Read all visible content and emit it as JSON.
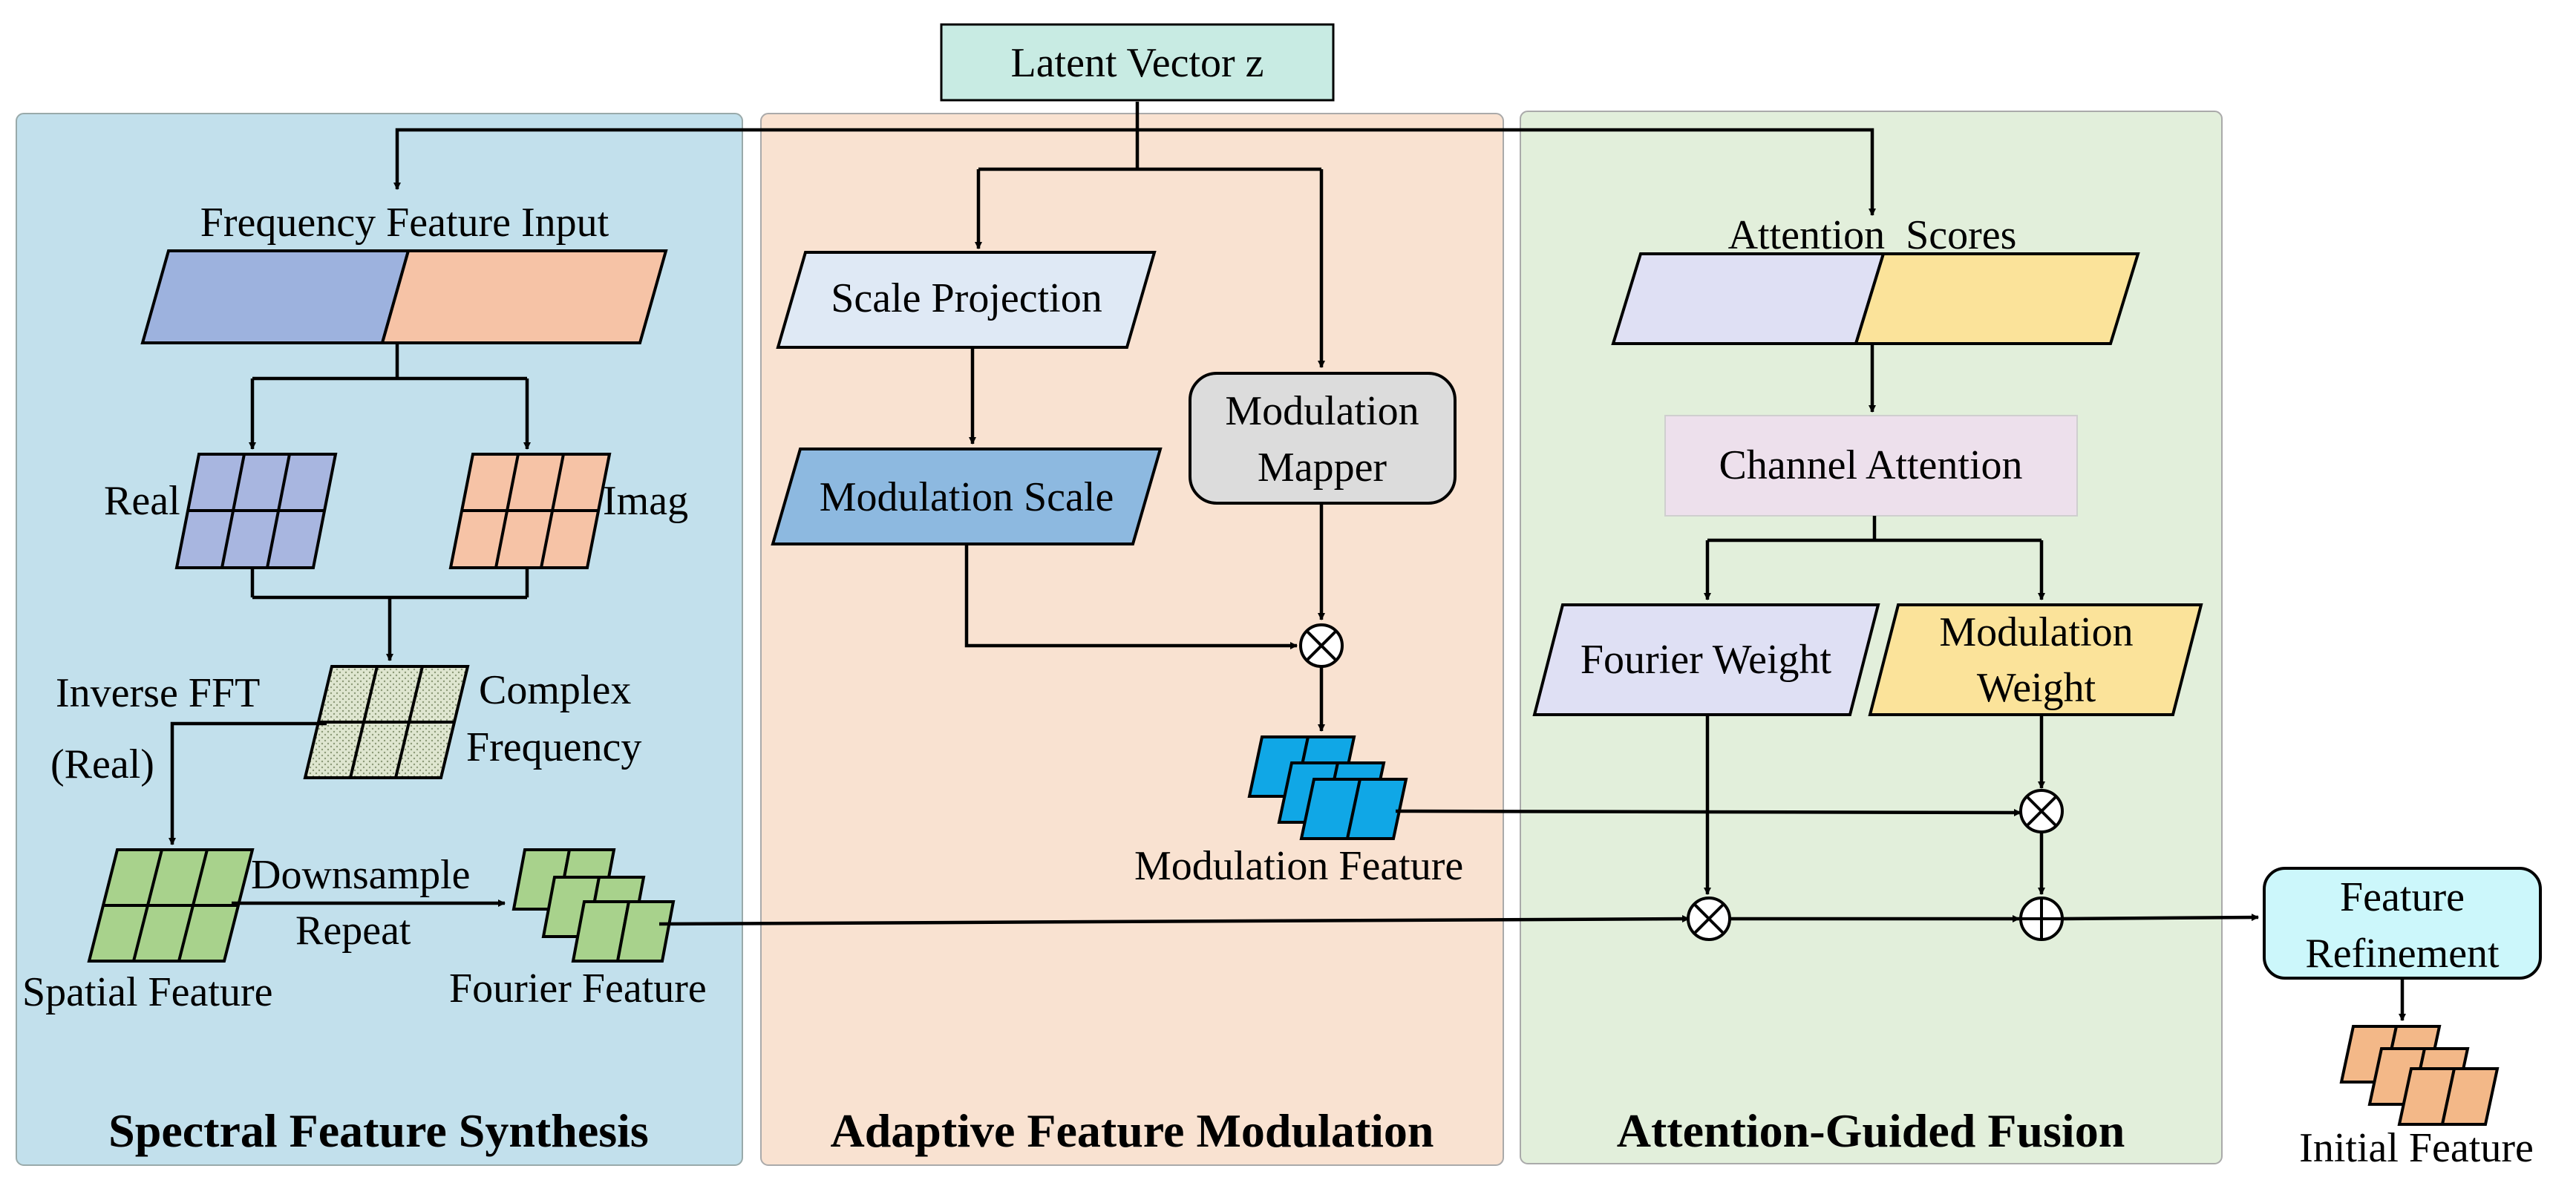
{
  "colors": {
    "panel_spectral": "#c2e0ec",
    "panel_modulation": "#f9e2d1",
    "panel_fusion": "#e2efdb",
    "latent_box": "#c8ebe3",
    "blue_para": "#9db2de",
    "peach_para": "#f6c3a6",
    "complex_grid": "#dfe6d0",
    "green_grid": "#a8d28c",
    "scale_projection": "#dfe9f5",
    "modulation_scale": "#8db9e0",
    "mapper_box": "#dcdcdc",
    "modfeature_cyan": "#10a7e6",
    "lavender": "#dfe0f4",
    "yellow": "#fbe39a",
    "channel_attention": "#ede0ec",
    "refinement_box": "#ccf7fb",
    "initial_orange": "#f3b888"
  },
  "top": {
    "latent_vector": "Latent Vector z"
  },
  "spectral": {
    "title": "Spectral Feature Synthesis",
    "frequency_input": "Frequency Feature Input",
    "real": "Real",
    "imag": "Imag",
    "inverse_fft_1": "Inverse FFT",
    "inverse_fft_2": "(Real)",
    "complex_1": "Complex",
    "complex_2": "Frequency",
    "downsample": "Downsample",
    "repeat": "Repeat",
    "spatial_feature": "Spatial Feature",
    "fourier_feature": "Fourier Feature"
  },
  "modulation": {
    "title": "Adaptive Feature Modulation",
    "scale_projection": "Scale Projection",
    "modulation_scale": "Modulation Scale",
    "mapper_1": "Modulation",
    "mapper_2": "Mapper",
    "modulation_feature": "Modulation Feature"
  },
  "fusion": {
    "title": "Attention-Guided Fusion",
    "attention_scores": "Attention  Scores",
    "channel_attention": "Channel Attention",
    "fourier_weight": "Fourier Weight",
    "modulation_weight_1": "Modulation",
    "modulation_weight_2": "Weight"
  },
  "output": {
    "refinement_1": "Feature",
    "refinement_2": "Refinement",
    "initial_feature": "Initial Feature"
  }
}
